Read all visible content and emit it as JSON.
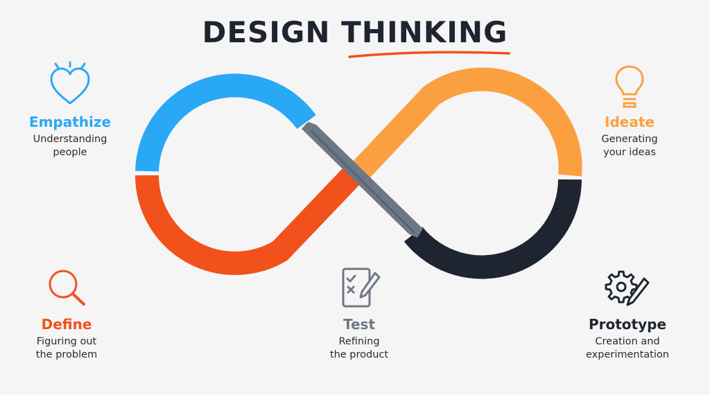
{
  "title": "DESIGN THINKING",
  "colors": {
    "empathize": "#29a8f6",
    "define": "#f2511b",
    "test": "#6e7885",
    "ideate": "#fba040",
    "prototype": "#1e2530",
    "underline": "#f2511b"
  },
  "stages": {
    "empathize": {
      "name": "Empathize",
      "desc_line1": "Understanding",
      "desc_line2": "people",
      "icon": "heart-icon"
    },
    "define": {
      "name": "Define",
      "desc_line1": "Figuring out",
      "desc_line2": "the problem",
      "icon": "magnifier-icon"
    },
    "test": {
      "name": "Test",
      "desc_line1": "Refining",
      "desc_line2": "the product",
      "icon": "checklist-pencil-icon"
    },
    "ideate": {
      "name": "Ideate",
      "desc_line1": "Generating",
      "desc_line2": "your ideas",
      "icon": "lightbulb-icon"
    },
    "prototype": {
      "name": "Prototype",
      "desc_line1": "Creation and",
      "desc_line2": "experimentation",
      "icon": "gear-pencil-icon"
    }
  }
}
